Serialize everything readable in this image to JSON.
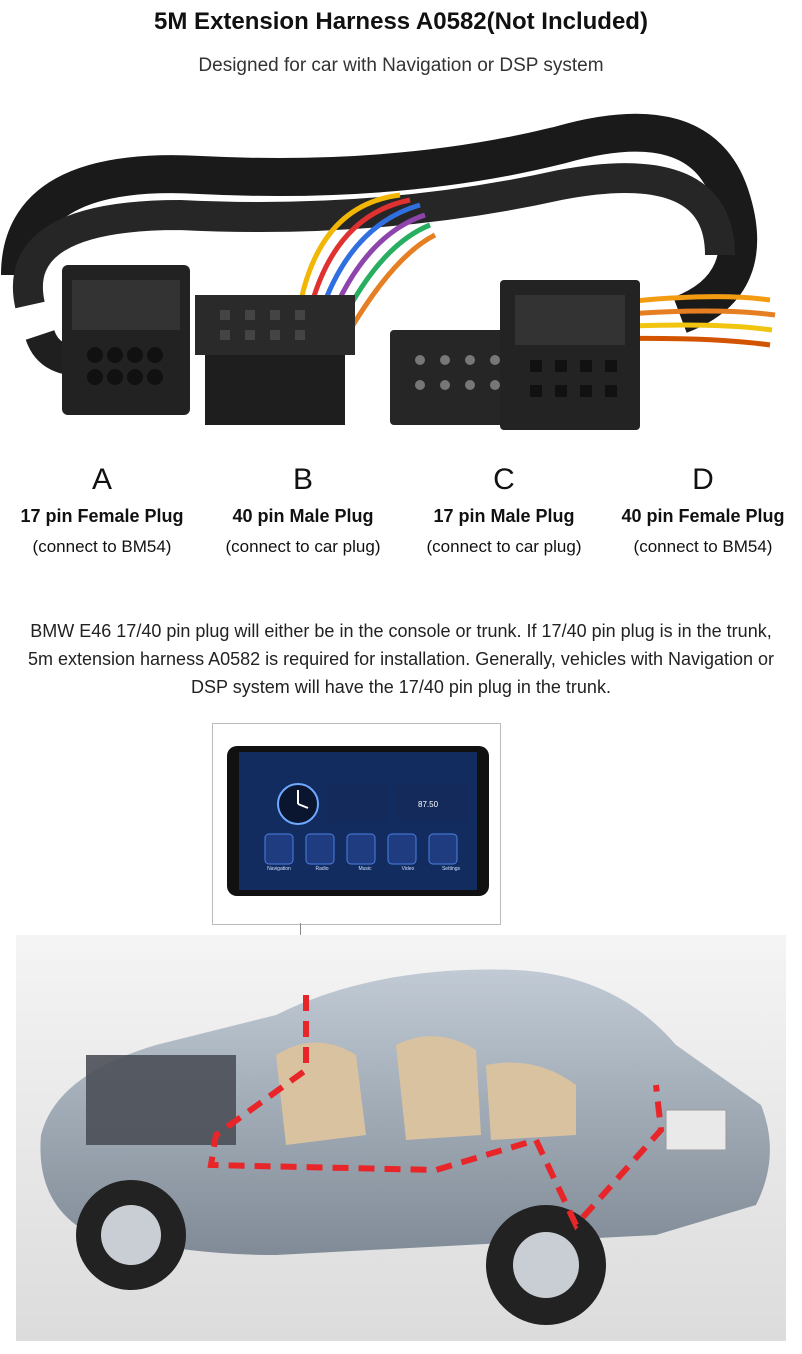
{
  "header": {
    "title": "5M Extension Harness A0582(Not Included)",
    "subtitle": "Designed for car with Navigation or DSP system"
  },
  "plugs": [
    {
      "letter": "A",
      "name": "17 pin Female Plug",
      "note": "(connect to BM54)"
    },
    {
      "letter": "B",
      "name": "40 pin Male Plug",
      "note": "(connect to car plug)"
    },
    {
      "letter": "C",
      "name": "17 pin Male Plug",
      "note": "(connect to car plug)"
    },
    {
      "letter": "D",
      "name": "40 pin Female Plug",
      "note": "(connect to BM54)"
    }
  ],
  "description": "BMW E46 17/40 pin plug will either be in the console or trunk. If 17/40 pin plug is in the trunk, 5m extension harness A0582 is required for installation. Generally, vehicles with Navigation or DSP system will have the 17/40 pin plug in the trunk.",
  "head_unit": {
    "tiles": [
      "Navigation",
      "Radio",
      "Music",
      "Video",
      "Settings"
    ],
    "radio_freq": "87.50"
  },
  "colors": {
    "accent_red": "#e8262a",
    "screen_blue": "#1f4fa8",
    "car_body": "#8a98a8"
  }
}
